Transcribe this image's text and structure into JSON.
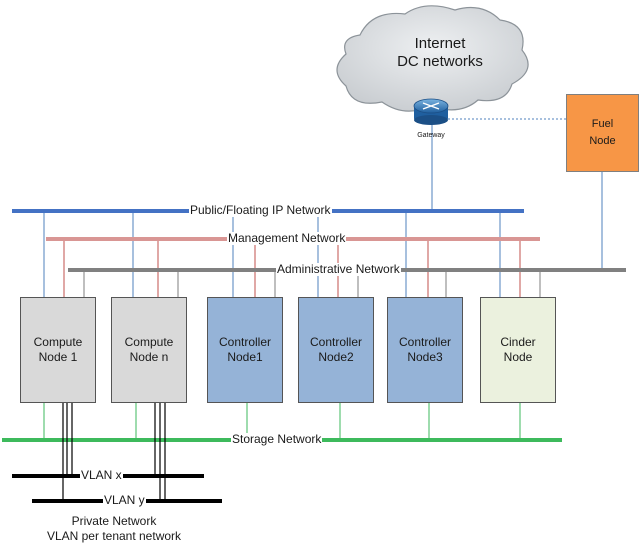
{
  "colors": {
    "public": "#4472c4",
    "management": "#d99694",
    "administrative": "#808080",
    "storage": "#3dba5c",
    "vlan": "#000000",
    "fuel": "#f79646",
    "controller": "#95b3d7",
    "compute": "#d9d9d9",
    "cinder": "#ebf1de"
  },
  "cloud": {
    "line1": "Internet",
    "line2": "DC networks"
  },
  "gateway": {
    "label": "Gateway",
    "icon": "router-icon"
  },
  "fuel": {
    "line1": "Fuel",
    "line2": "Node"
  },
  "networks": {
    "public": "Public/Floating IP Network",
    "management": "Management Network",
    "administrative": "Administrative Network",
    "storage": "Storage Network",
    "vlan_x": "VLAN x",
    "vlan_y": "VLAN y"
  },
  "nodes": [
    {
      "line1": "Compute",
      "line2": "Node 1"
    },
    {
      "line1": "Compute",
      "line2": "Node n"
    },
    {
      "line1": "Controller",
      "line2": "Node1"
    },
    {
      "line1": "Controller",
      "line2": "Node2"
    },
    {
      "line1": "Controller",
      "line2": "Node3"
    },
    {
      "line1": "Cinder",
      "line2": "Node"
    }
  ],
  "private": {
    "line1": "Private Network",
    "line2": "VLAN per tenant network"
  }
}
